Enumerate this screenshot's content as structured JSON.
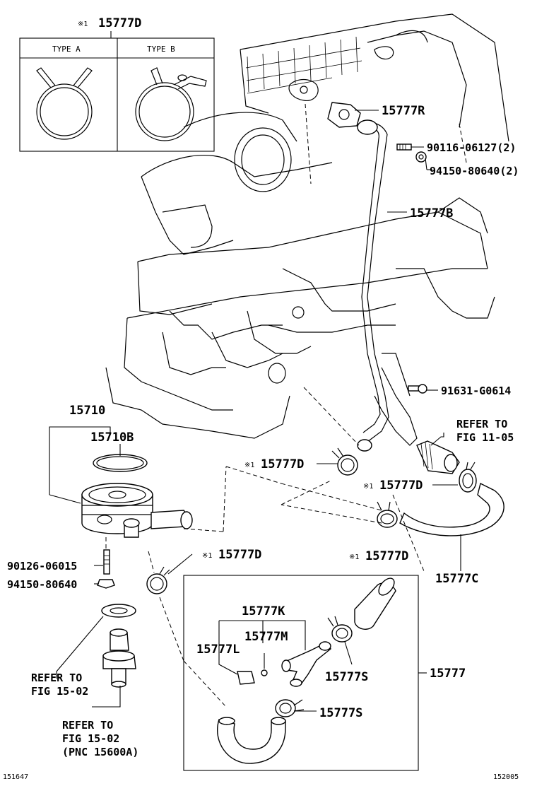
{
  "clamp_box": {
    "title_mark": "※1",
    "title_part": "15777D",
    "type_a": "TYPE A",
    "type_b": "TYPE B"
  },
  "callouts": {
    "p15777R": "15777R",
    "p90116": "90116-06127(2)",
    "p94150a": "94150-80640(2)",
    "p15777B": "15777B",
    "p91631": "91631-G0614",
    "refer_1105_l1": "REFER TO",
    "refer_1105_l2": "FIG 11-05",
    "p15710": "15710",
    "p15710B": "15710B",
    "d1_mark": "※1",
    "d1_part": "15777D",
    "d2_mark": "※1",
    "d2_part": "15777D",
    "d3_mark": "※1",
    "d3_part": "15777D",
    "d4_mark": "※1",
    "d4_part": "15777D",
    "p15777C": "15777C",
    "p90126": "90126-06015",
    "p94150b": "94150-80640",
    "refer_1502a_l1": "REFER TO",
    "refer_1502a_l2": "FIG 15-02",
    "refer_1502b_l1": "REFER TO",
    "refer_1502b_l2": "FIG 15-02",
    "refer_1502b_l3": "(PNC 15600A)",
    "p15777K": "15777K",
    "p15777M": "15777M",
    "p15777L": "15777L",
    "p15777S_a": "15777S",
    "p15777S_b": "15777S",
    "p15777": "15777"
  },
  "footer": {
    "left_code": "151647",
    "right_code": "152005"
  }
}
